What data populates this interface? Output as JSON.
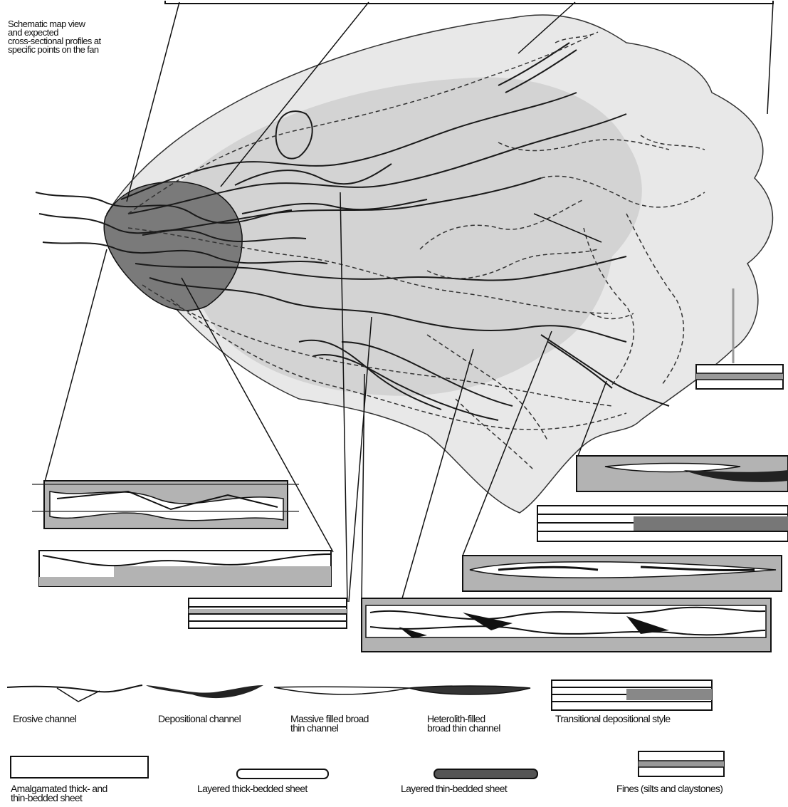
{
  "caption": [
    "Schematic map view",
    "and expected",
    "cross-sectional profiles at",
    "specific points on the fan"
  ],
  "legend": {
    "erosive_channel": [
      "Erosive channel"
    ],
    "depositional_channel": [
      "Depositional channel"
    ],
    "massive_filled": [
      "Massive filled  broad",
      "thin channel"
    ],
    "heterolith_filled": [
      "Heterolith-filled",
      "broad thin channel"
    ],
    "transitional": [
      "Transitional  depositional style"
    ],
    "amalgamated": [
      "Amalgamated thick- and",
      "thin-bedded sheet"
    ],
    "thick_bedded": [
      "Layered thick-bedded sheet"
    ],
    "thin_bedded": [
      "Layered thin-bedded sheet"
    ],
    "fines": [
      "Fines (silts and claystones)"
    ]
  },
  "colors": {
    "fan_outer": "#e8e8e8",
    "fan_inner": "#d3d3d3",
    "feeder_lobe": "#7a7a7a",
    "profile_grey": "#b3b3b3",
    "line": "#1a1a1a"
  }
}
